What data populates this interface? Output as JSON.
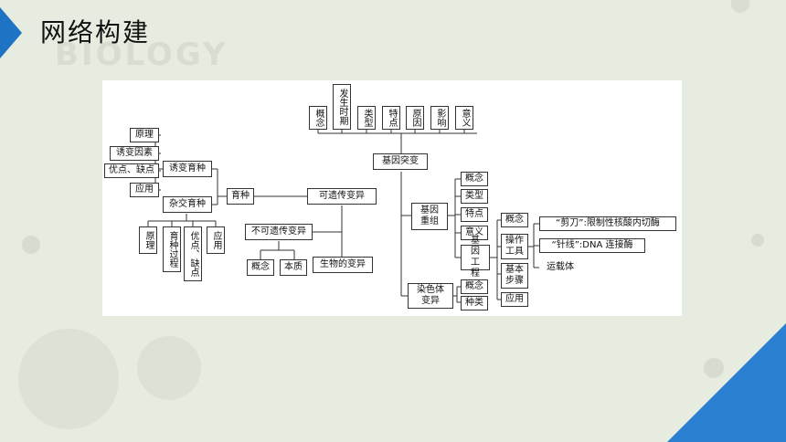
{
  "header": {
    "title": "网络构建",
    "watermark": "BIOLOGY"
  },
  "diagram": {
    "root": "可遗传变异",
    "gene_mutation": {
      "label": "基因突变",
      "children": [
        "概念",
        "发生时期",
        "类型",
        "特点",
        "原因",
        "影响",
        "意义"
      ]
    },
    "breeding": {
      "label": "育种",
      "mutation_breeding": "诱变育种",
      "mutation_children": [
        "原理",
        "诱变因素",
        "优点、缺点",
        "应用"
      ],
      "hybrid_breeding": "杂交育种",
      "hybrid_children": [
        "原理",
        "育种过程",
        "优点、缺点",
        "应用"
      ]
    },
    "non_heritable": {
      "label": "不可遗传变异",
      "children": [
        "概念",
        "本质"
      ]
    },
    "biological_variation": "生物的变异",
    "recombination": {
      "label": "基因重组",
      "children": [
        "概念",
        "类型",
        "特点",
        "意义",
        "基因工程"
      ]
    },
    "genetic_engineering": {
      "children": [
        "概念",
        "操作工具",
        "基本步骤",
        "应用"
      ],
      "tools": [
        "“剪刀”:限制性核酸内切酶",
        "“针线”:DNA 连接酶",
        "运载体"
      ]
    },
    "chromosome": {
      "label": "染色体变异",
      "children": [
        "概念",
        "种类"
      ]
    }
  }
}
